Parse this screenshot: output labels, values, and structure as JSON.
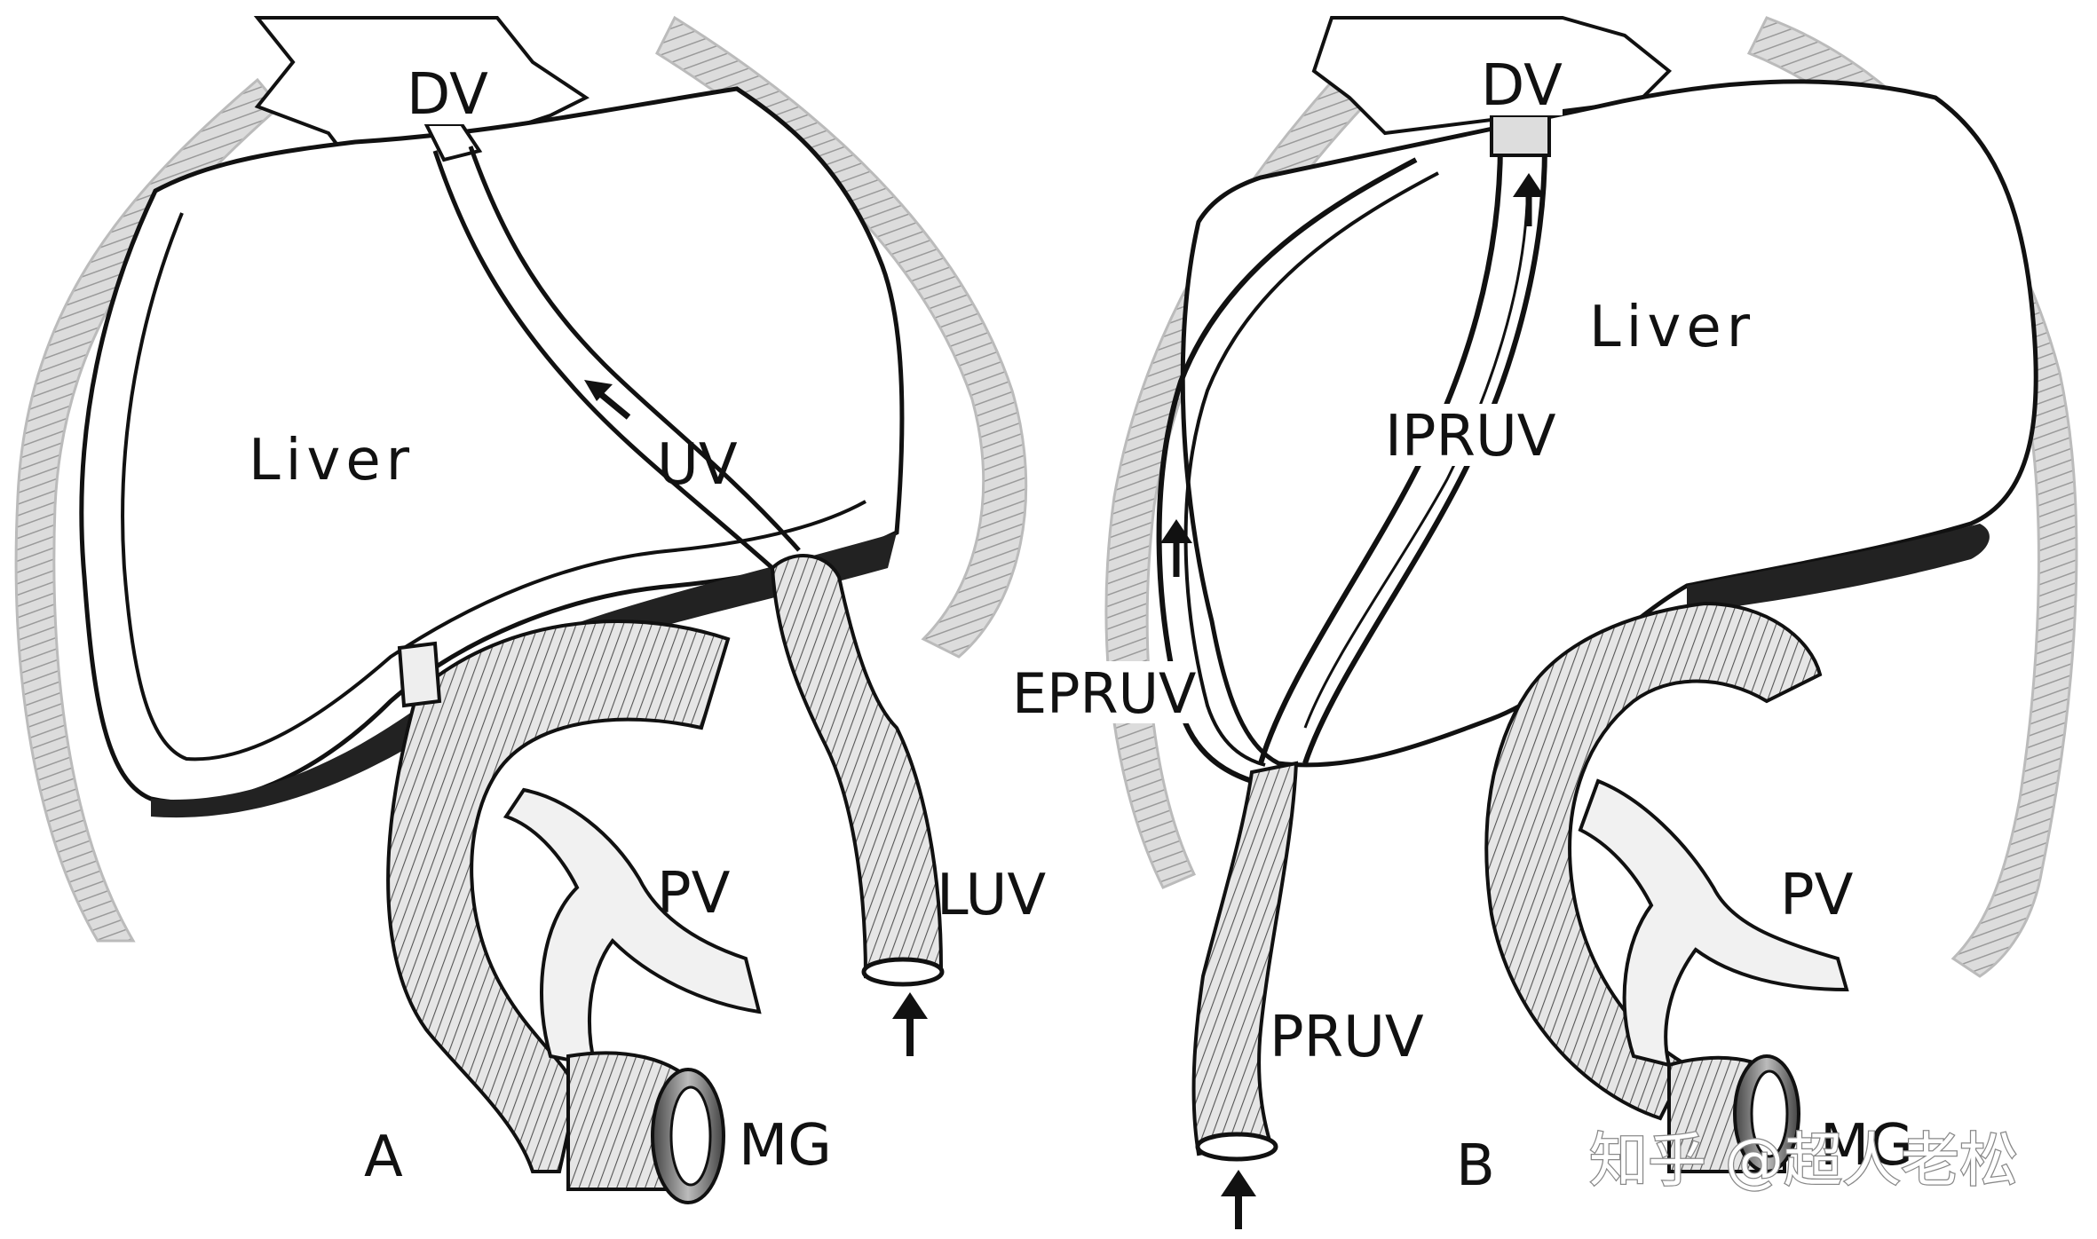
{
  "panel_a": {
    "panel_label": "A",
    "labels": {
      "dv": "DV",
      "liver": "Liver",
      "uv": "UV",
      "pv": "PV",
      "luv": "LUV",
      "mg": "MG"
    }
  },
  "panel_b": {
    "panel_label": "B",
    "labels": {
      "dv": "DV",
      "liver": "Liver",
      "ipruv": "IPRUV",
      "epruv": "EPRUV",
      "pv": "PV",
      "pruv": "PRUV",
      "mg": "MG"
    }
  },
  "watermark": "知乎 @超人老松",
  "colors": {
    "outline": "#111111",
    "vessel_fill": "#d9d9d9",
    "body_wall": "#c8c8c8",
    "background": "#ffffff"
  }
}
